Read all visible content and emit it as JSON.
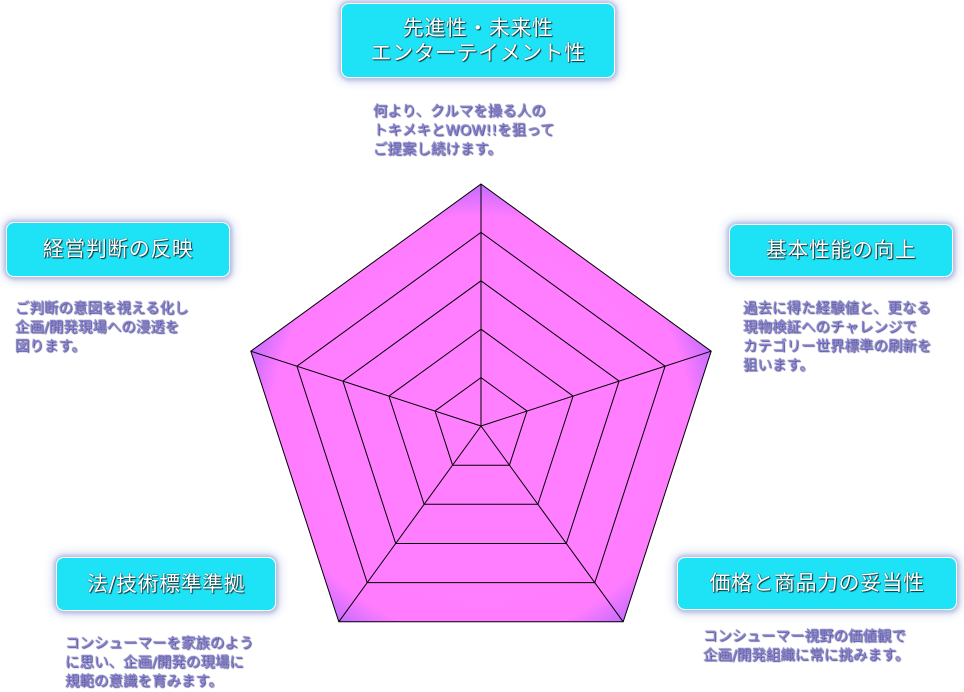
{
  "axes": [
    {
      "id": "top",
      "title_lines": [
        "先進性・未来性",
        "エンターテイメント性"
      ],
      "desc_lines": [
        "何より、クルマを操る人の",
        "トキメキとWOW!!を狙って",
        "ご提案し続けます。"
      ]
    },
    {
      "id": "right",
      "title_lines": [
        "基本性能の向上"
      ],
      "desc_lines": [
        "過去に得た経験値と、更なる",
        "現物検証へのチャレンジで",
        "カテゴリー世界標準の刷新を",
        "狙います。"
      ]
    },
    {
      "id": "bottom-right",
      "title_lines": [
        "価格と商品力の妥当性"
      ],
      "desc_lines": [
        "コンシューマー視野の価値観で",
        "企画/開発組織に常に挑みます。"
      ]
    },
    {
      "id": "bottom-left",
      "title_lines": [
        "法/技術標準準拠"
      ],
      "desc_lines": [
        "コンシューマーを家族のよう",
        "に思い、企画/開発の現場に",
        "規範の意識を育みます。"
      ]
    },
    {
      "id": "left",
      "title_lines": [
        "経営判断の反映"
      ],
      "desc_lines": [
        "ご判断の意図を視える化し",
        "企画/開発現場への浸透を",
        "図ります。"
      ]
    }
  ],
  "colors": {
    "box_fill": "#1ee3f7",
    "box_text": "#ffffff",
    "desc_text": "#8a86d8",
    "radar_fill_inner": "#ff80ff",
    "radar_fill_outer": "#5a5aff",
    "radar_line": "#000000"
  },
  "chart_data": {
    "type": "radar",
    "levels": 5,
    "axes": [
      "先進性・未来性 エンターテイメント性",
      "基本性能の向上",
      "価格と商品力の妥当性",
      "法/技術標準準拠",
      "経営判断の反映"
    ]
  }
}
